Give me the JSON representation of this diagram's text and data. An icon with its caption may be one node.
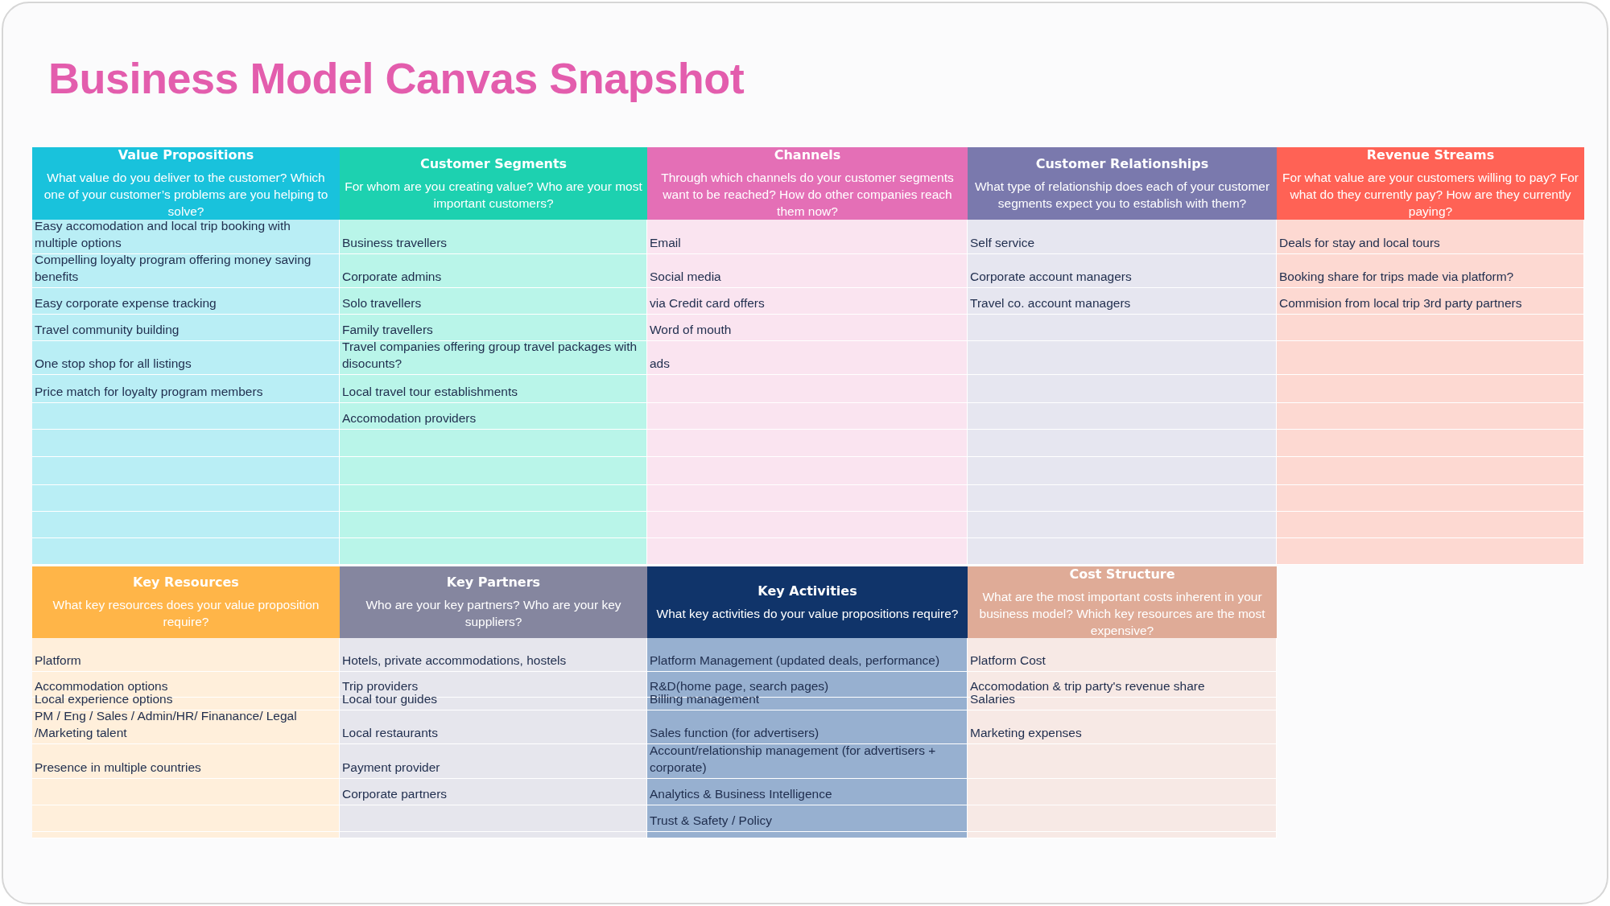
{
  "diagram": {
    "title": "Business Model Canvas Snapshot",
    "nodes": [
      {
        "text": [
          "Value Propositions",
          "What value do you deliver to the customer? Which one of your customer’s problems are you helping to solve?"
        ]
      },
      {
        "text": [
          "Customer Segments",
          "For whom are you creating value? Who are your most important customers?"
        ]
      },
      {
        "text": [
          "Channels",
          "Through which channels do your customer segments want to be reached? How do other companies reach them now?"
        ]
      },
      {
        "text": [
          "Customer Relationships",
          "What type of relationship does each of your customer segments expect you to establish with them?"
        ]
      },
      {
        "text": [
          "Revenue Streams",
          "For what value are your customers willing to pay? For what do they currently pay? How are they currently paying?"
        ]
      },
      {
        "text": [
          "Key Resources",
          "What key resources does your value proposition require?"
        ]
      },
      {
        "text": [
          "Key Partners",
          "Who are your key partners? Who are your key suppliers?"
        ]
      },
      {
        "text": [
          "Key Activities",
          "What key activities do your value propositions require?"
        ]
      },
      {
        "text": [
          "Cost Structure",
          "What are the most important costs inherent in your business model? Which key resources are the most expensive?"
        ]
      }
    ],
    "labels": [
      "Easy accomodation and local trip booking with multiple options",
      "Business travellers",
      "Email",
      "Self service",
      "Deals for stay and local tours",
      "Compelling loyalty program offering money saving benefits",
      "Corporate admins",
      "Social media",
      "Corporate account managers",
      "Booking share for trips made via platform?",
      "Easy corporate expense tracking",
      "Solo travellers",
      "via Credit card offers",
      "Travel co. account managers",
      "Commision from local trip 3rd party partners",
      "Travel community building",
      "Family travellers",
      "Word of mouth",
      "One stop shop for all listings",
      "Travel companies offering group travel packages with disocunts?",
      "ads",
      "Price match for loyalty program members",
      "Local travel tour establishments",
      "Accomodation providers",
      "Platform",
      "Hotels, private accommodations, hostels",
      "Platform Management (updated deals, performance)",
      "Platform Cost",
      "Accommodation options",
      "Trip providers",
      "R&D(home page, search pages)",
      "Accomodation & trip party's revenue share",
      "Local experience options",
      "Local tour guides",
      "Billing management",
      "Salaries",
      "PM / Eng / Sales / Admin/HR/ Finanance/ Legal /Marketing talent",
      "Local restaurants",
      "Sales function (for advertisers)",
      "Marketing expenses",
      "Presence in multiple countries",
      "Payment provider",
      "Account/relationship management (for advertisers + corporate)",
      "Corporate partners",
      "Analytics & Business Intelligence",
      "Trust & Safety / Policy"
    ]
  }
}
